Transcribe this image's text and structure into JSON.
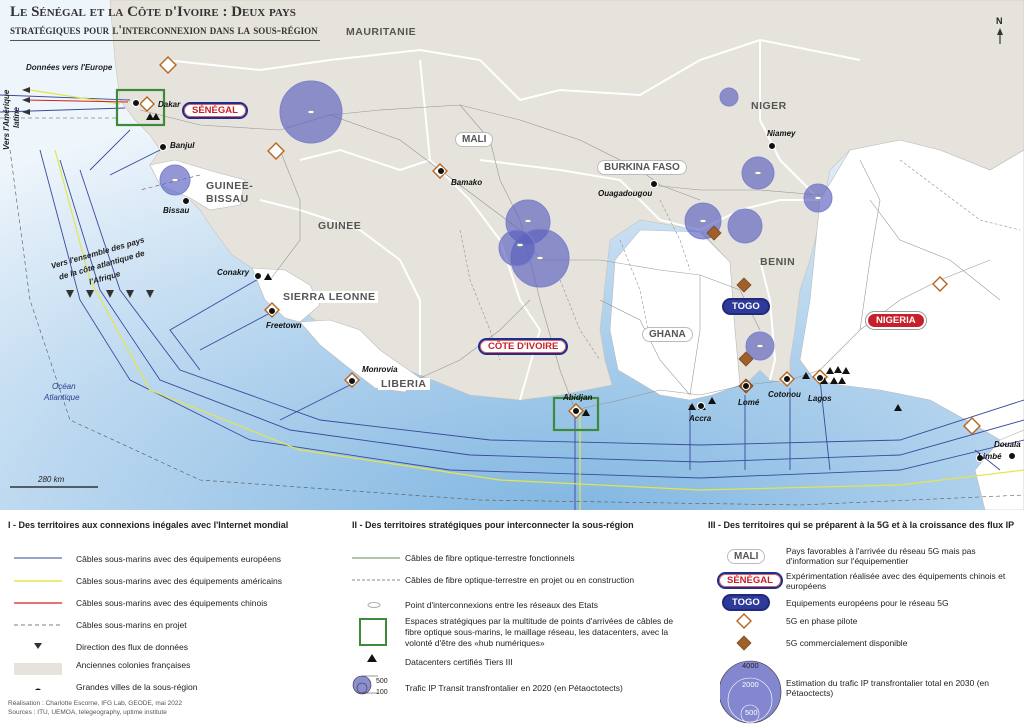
{
  "title": {
    "line1": "Le Sénégal et la Côte d'Ivoire : Deux pays",
    "line2": "stratégiques pour l'interconnexion dans la sous-région"
  },
  "north": "N",
  "countries": {
    "mauritanie": "MAURITANIE",
    "mali": "MALI",
    "niger": "NIGER",
    "burkina": "BURKINA FASO",
    "guinee": "GUINEE",
    "guinee_bissau_1": "GUINEE-",
    "guinee_bissau_2": "BISSAU",
    "sierra": "SIERRA LEONNE",
    "liberia": "LIBERIA",
    "ghana": "GHANA",
    "benin": "BENIN",
    "senegal": "SÉNÉGAL",
    "cote": "CÔTE D'IVOIRE",
    "togo": "TOGO",
    "nigeria": "NIGERIA"
  },
  "cities": {
    "dakar": "Dakar",
    "banjul": "Banjul",
    "bissau": "Bissau",
    "conakry": "Conakry",
    "freetown": "Freetown",
    "monrovia": "Monrovia",
    "abidjan": "Abidjan",
    "accra": "Accra",
    "lome": "Lomé",
    "cotonou": "Cotonou",
    "lagos": "Lagos",
    "limbe": "Limbé",
    "douala": "Douala",
    "bamako": "Bamako",
    "ouagadougou": "Ouagadougou",
    "niamey": "Niamey"
  },
  "annotations": {
    "europe": "Données vers l'Europe",
    "amerique_1": "Vers l'Amérique",
    "amerique_2": "latine",
    "afrique_1": "Vers l'ensemble des pays",
    "afrique_2": "de la côte atlantique de",
    "afrique_3": "l'Afrique",
    "ocean_1": "Océan",
    "ocean_2": "Atlantique",
    "scale": "280 km"
  },
  "legend": {
    "s1": {
      "heading": "I - Des territoires aux connexions inégales avec l'Internet mondial",
      "items": [
        "Câbles sous-marins avec des équipements européens",
        "Câbles sous-marins avec des équipements américains",
        "Câbles sous-marins avec des équipements chinois",
        "Câbles sous-marins en projet",
        "Direction des flux de données",
        "Anciennes colonies françaises",
        "Grandes villes de la sous-région"
      ]
    },
    "s2": {
      "heading": "II - Des territoires stratégiques pour interconnecter la sous-région",
      "items": [
        "Câbles de fibre optique-terrestre fonctionnels",
        "Câbles de fibre optique-terrestre en projet ou en construction",
        "Point d'interconnexions entre les réseaux des Etats",
        "Espaces stratégiques par la multitude de points d'arrivées de câbles de fibre optique sous-marins, le maillage réseau, les datacenters, avec la volonté d'être des «hub numériques»",
        "Datacenters certifiés Tiers III",
        "Trafic IP Transit transfrontalier en 2020 (en Pétaoctotects)"
      ],
      "traffic_500": "500",
      "traffic_100": "100"
    },
    "s3": {
      "heading": "III - Des territoires qui se préparent à la 5G et à la croissance des flux IP",
      "badge_mali": "MALI",
      "badge_senegal": "SÉNÉGAL",
      "badge_togo": "TOGO",
      "items": [
        "Pays favorables à l'arrivée du réseau 5G mais pas d'information sur l'équipementier",
        "Expérimentation réalisée avec des équipements chinois et européens",
        "Equipements européens pour le réseau 5G",
        "5G en phase pilote",
        "5G commercialement disponible",
        "Estimation du trafic IP transfrontalier total en 2030 (en Pétaoctects)"
      ],
      "est_4000": "4000",
      "est_2000": "2000",
      "est_500": "500"
    }
  },
  "credits": {
    "line1": "Réalisation : Charlotte Escorne, IFG Lab, GEODE, mai 2022",
    "line2": "Sources : ITU, UEMOA, telegeography, uptime institute"
  },
  "colors": {
    "ocean": "#bcd9f0",
    "land_fr": "#e7e4dd",
    "cable_eu": "#3a4a9c",
    "cable_us": "#e8e84a",
    "cable_cn": "#d42020",
    "traffic": "#5a5fbf",
    "diamond_pilot": "#b5651d",
    "diamond_live": "#a0602a"
  }
}
